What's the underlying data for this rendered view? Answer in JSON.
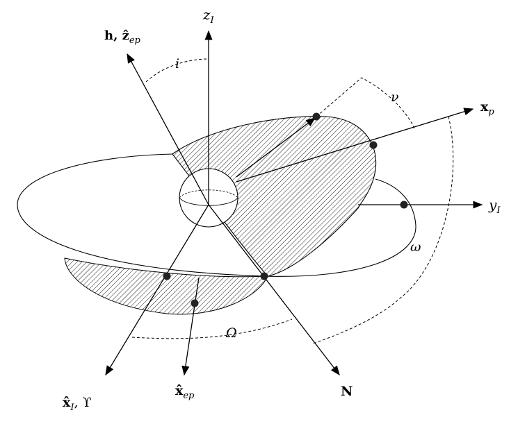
{
  "diagram": {
    "labels": {
      "z_axis": "zI",
      "h_axis": "h, ẑep",
      "inclination": "i",
      "true_anomaly": "ν",
      "periapsis_axis": "xp",
      "y_axis": "yI",
      "arg_periapsis": "ω",
      "raan": "Ω",
      "x_axis": "x̂I, ϒ",
      "x_ep_axis": "x̂ep",
      "node_line": "N"
    }
  }
}
